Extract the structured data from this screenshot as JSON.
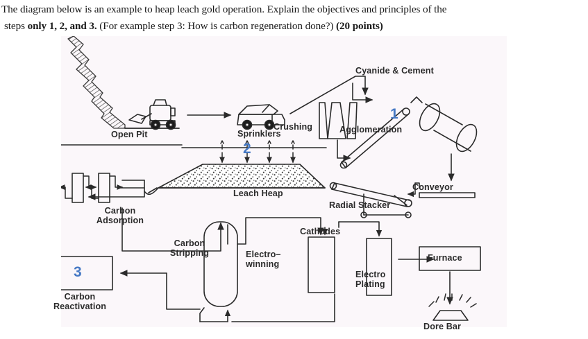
{
  "question": {
    "line1_a": "The diagram below is an example to heap leach gold operation. Explain the objectives and principles of the",
    "line2_a": " steps ",
    "line2_b_bold": "only 1, 2, and 3.",
    "line2_c": " (For example step 3: How is carbon regeneration done?) ",
    "line2_d_bold": "(20 points)"
  },
  "colors": {
    "panel_background": "#fbf7fa",
    "ink": "#2b2b2b",
    "step_number_blue": "#4679c4",
    "page_background": "#ffffff"
  },
  "diagram": {
    "title": "heap leach gold operation flowsheet",
    "labels": [
      {
        "id": "open-pit",
        "text": "Open Pit"
      },
      {
        "id": "crushing",
        "text": "Crushing"
      },
      {
        "id": "cyanide-and-cement",
        "text": "Cyanide & Cement"
      },
      {
        "id": "agglomeration",
        "text": "Agglomeration"
      },
      {
        "id": "conveyor",
        "text": "Conveyor"
      },
      {
        "id": "sprinklers",
        "text": "Sprinklers"
      },
      {
        "id": "leach-heap",
        "text": "Leach Heap"
      },
      {
        "id": "radial-stacker",
        "text": "Radial Stacker"
      },
      {
        "id": "carbon-adsorption",
        "text_line1": "Carbon",
        "text_line2": "Adsorption"
      },
      {
        "id": "carbon-stripping",
        "text_line1": "Carbon",
        "text_line2": "Stripping"
      },
      {
        "id": "electro-winning",
        "text_line1": "Electro–",
        "text_line2": "winning"
      },
      {
        "id": "cathodes",
        "text": "Cathodes"
      },
      {
        "id": "electro-plating",
        "text_line1": "Electro",
        "text_line2": "Plating"
      },
      {
        "id": "furnace",
        "text": "Furnace"
      },
      {
        "id": "dore-bar",
        "text": "Dore Bar"
      },
      {
        "id": "carbon-reactivation",
        "text_line1": "Carbon",
        "text_line2": "Reactivation"
      }
    ],
    "step_markers": [
      {
        "id": "step-1",
        "number": "1",
        "attached_to": "agglomeration"
      },
      {
        "id": "step-2",
        "number": "2",
        "attached_to": "sprinklers"
      },
      {
        "id": "step-3",
        "number": "3",
        "attached_to": "carbon-reactivation"
      }
    ]
  }
}
